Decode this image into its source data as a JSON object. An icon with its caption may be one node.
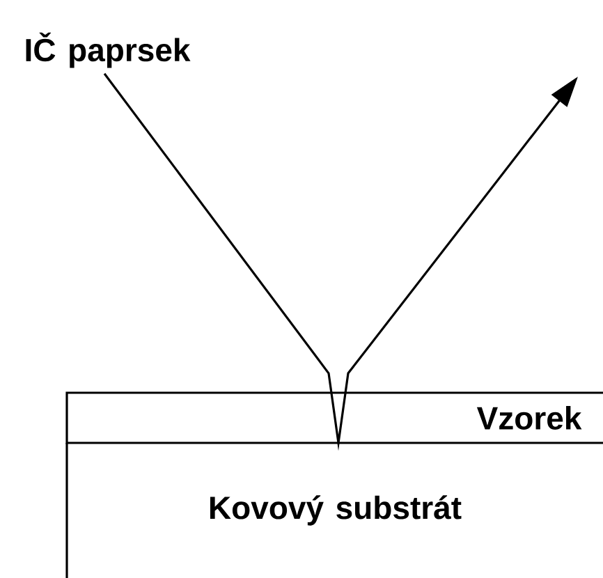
{
  "diagram": {
    "nodes": [
      {
        "text": [
          "IČ paprsek"
        ]
      },
      {
        "text": [
          "Vzorek"
        ]
      },
      {
        "text": [
          "Kovový substrát"
        ]
      }
    ],
    "edges": [
      {
        "from": 0,
        "to": 1,
        "arrow": "none"
      },
      {
        "from": 1,
        "to": null,
        "arrow": "to"
      }
    ]
  }
}
